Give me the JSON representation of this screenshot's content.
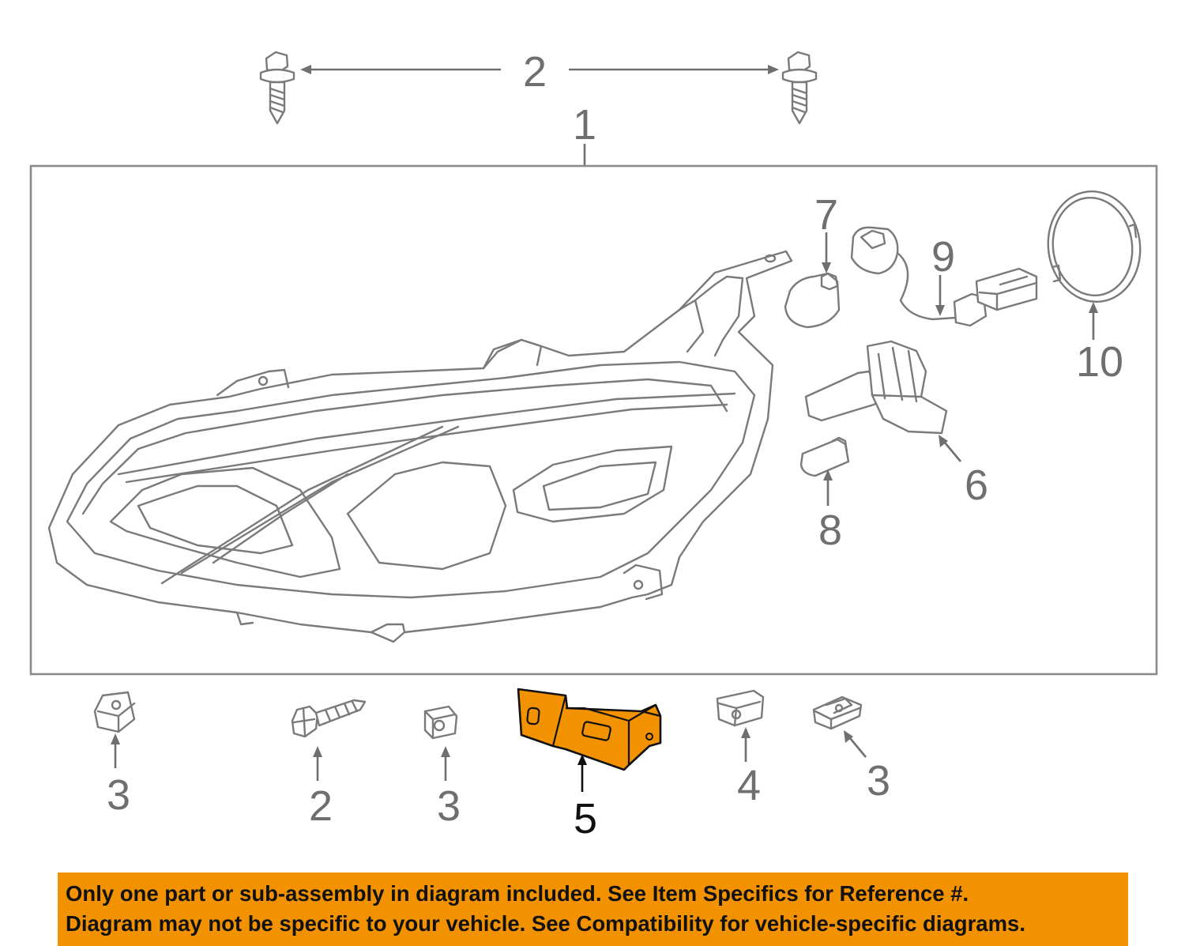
{
  "callouts": {
    "c1": "1",
    "c2_top": "2",
    "c2_bottom": "2",
    "c3_left": "3",
    "c3_mid": "3",
    "c3_right": "3",
    "c4": "4",
    "c5": "5",
    "c6": "6",
    "c7": "7",
    "c8": "8",
    "c9": "9",
    "c10": "10"
  },
  "highlight": {
    "part": "5",
    "color": "#f39200"
  },
  "notice": {
    "line1": "Only one part or sub-assembly in diagram included. See Item Specifics for Reference #.",
    "line2": "Diagram may not be specific to your vehicle. See Compatibility for vehicle-specific diagrams.",
    "background": "#f39200"
  }
}
